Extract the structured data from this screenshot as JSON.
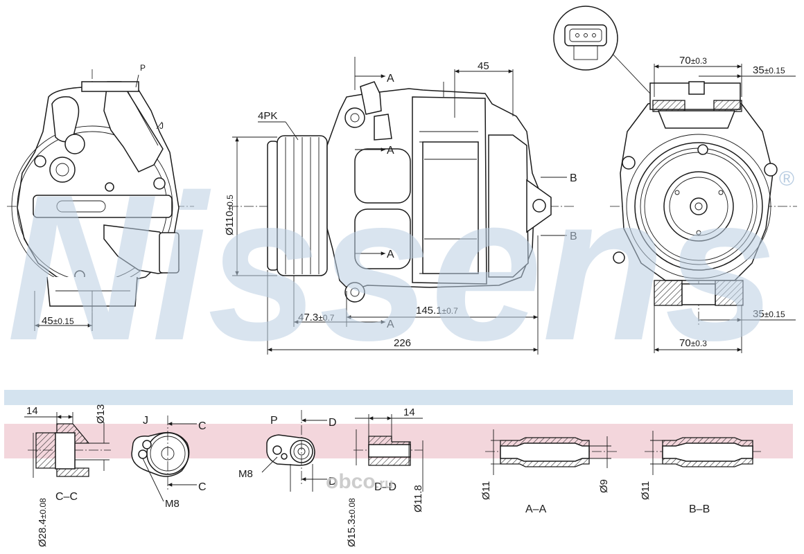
{
  "watermark": {
    "brand": "Nissens",
    "registered": "®",
    "site": "obco",
    "site_tld": ".ru"
  },
  "colors": {
    "band_blue": "#d4e3ef",
    "band_pink": "#f3d6dc",
    "line": "#1a1a1a",
    "watermark": "#b9cde2"
  },
  "left_view": {
    "dim_width": "45",
    "dim_width_tol": "±0.15",
    "label_p": "P",
    "label_j": "J"
  },
  "side_view": {
    "belt": "4PK",
    "dia": "Ø110",
    "dia_tol": "±0.5",
    "top": "45",
    "offset": "47.3",
    "offset_tol": "±0.7",
    "length_body": "145.1",
    "length_body_tol": "±0.7",
    "total_length": "226",
    "section_a": "A",
    "section_b": "B"
  },
  "front_view": {
    "top_width": "70",
    "top_width_tol": "±0.3",
    "top_half": "35",
    "top_half_tol": "±0.15",
    "bot_half": "35",
    "bot_half_tol": "±0.15",
    "bot_width": "70",
    "bot_width_tol": "±0.3"
  },
  "details": {
    "cc": {
      "title": "C–C",
      "w": "14",
      "d_small": "Ø13",
      "d_big": "Ø28.4",
      "d_big_tol": "±0.08"
    },
    "j": {
      "title": "J",
      "c": "C",
      "thread": "M8"
    },
    "p": {
      "title": "P",
      "d": "D",
      "thread": "M8",
      "dia": "Ø15.3",
      "dia_tol": "±0.08"
    },
    "dd": {
      "title": "D–D",
      "w": "14",
      "dia": "Ø11.8"
    },
    "aa": {
      "title": "A–A",
      "d1": "Ø11",
      "d2": "Ø9"
    },
    "bb": {
      "title": "B–B",
      "d1": "Ø11"
    }
  }
}
